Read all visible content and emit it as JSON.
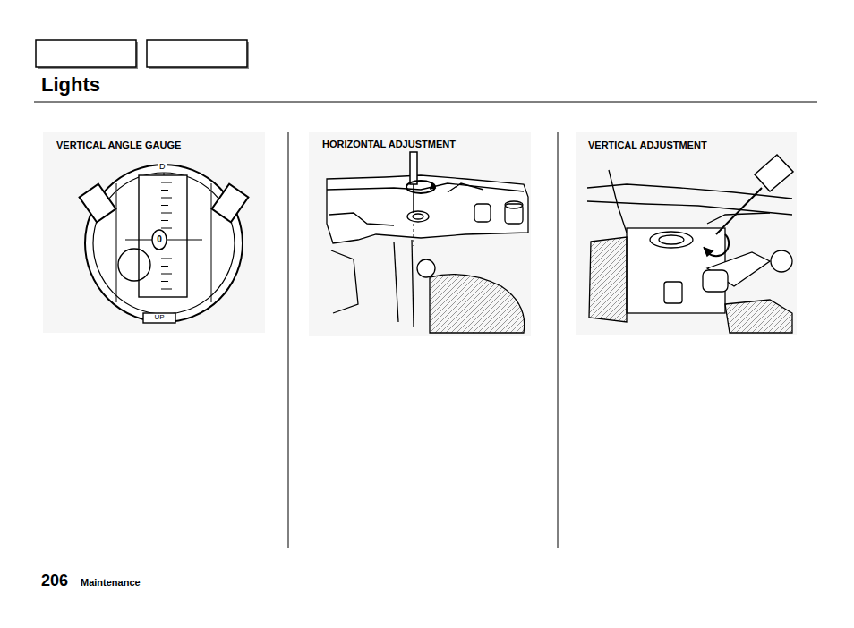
{
  "diagram": {
    "title": "Lights",
    "labels": [
      "VERTICAL ANGLE GAUGE",
      "HORIZONTAL ADJUSTMENT",
      "VERTICAL ADJUSTMENT",
      "D",
      "0",
      "UP",
      "206",
      "Maintenance"
    ]
  }
}
